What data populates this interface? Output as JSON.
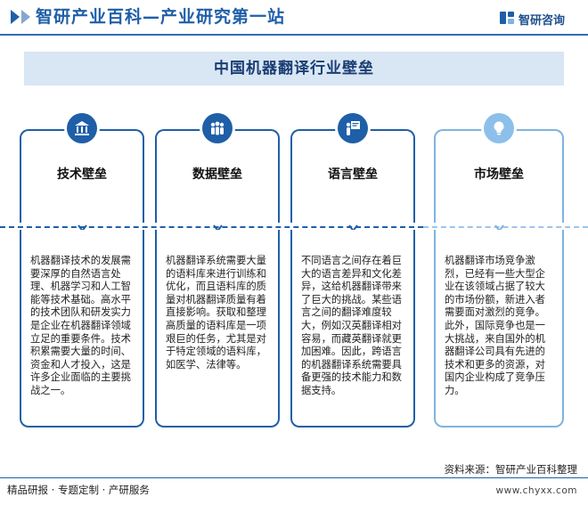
{
  "header": {
    "title": "智研产业百科—产业研究第一站",
    "brand_name": "智研咨询",
    "brand_color": "#1f5fa8"
  },
  "banner": {
    "title": "中国机器翻译行业壁垒"
  },
  "cards": [
    {
      "title": "技术壁垒",
      "icon": "bank-icon",
      "text": "机器翻译技术的发展需要深厚的自然语言处理、机器学习和人工智能等技术基础。高水平的技术团队和研发实力是企业在机器翻译领域立足的重要条件。技术积累需要大量的时间、资金和人才投入，这是许多企业面临的主要挑战之一。"
    },
    {
      "title": "数据壁垒",
      "icon": "people-group-icon",
      "text": "机器翻译系统需要大量的语料库来进行训练和优化，而且语料库的质量对机器翻译质量有着直接影响。获取和整理高质量的语料库是一项艰巨的任务，尤其是对于特定领域的语料库，如医学、法律等。"
    },
    {
      "title": "语言壁垒",
      "icon": "presenter-board-icon",
      "text": "不同语言之间存在着巨大的语言差异和文化差异，这给机器翻译带来了巨大的挑战。某些语言之间的翻译难度较大，例如汉英翻译相对容易，而藏英翻译就更加困难。因此，跨语言的机器翻译系统需要具备更强的技术能力和数据支持。"
    },
    {
      "title": "市场壁垒",
      "icon": "lightbulb-icon",
      "text": "机器翻译市场竞争激烈，已经有一些大型企业在该领域占据了较大的市场份额，新进入者需要面对激烈的竞争。此外，国际竞争也是一大挑战，来自国外的机器翻译公司具有先进的技术和更多的资源，对国内企业构成了竞争压力。"
    }
  ],
  "footer": {
    "source": "资料来源：智研产业百科整理",
    "tagline": "精品研报 · 专题定制 · 产研服务",
    "url": "www.chyxx.com"
  }
}
